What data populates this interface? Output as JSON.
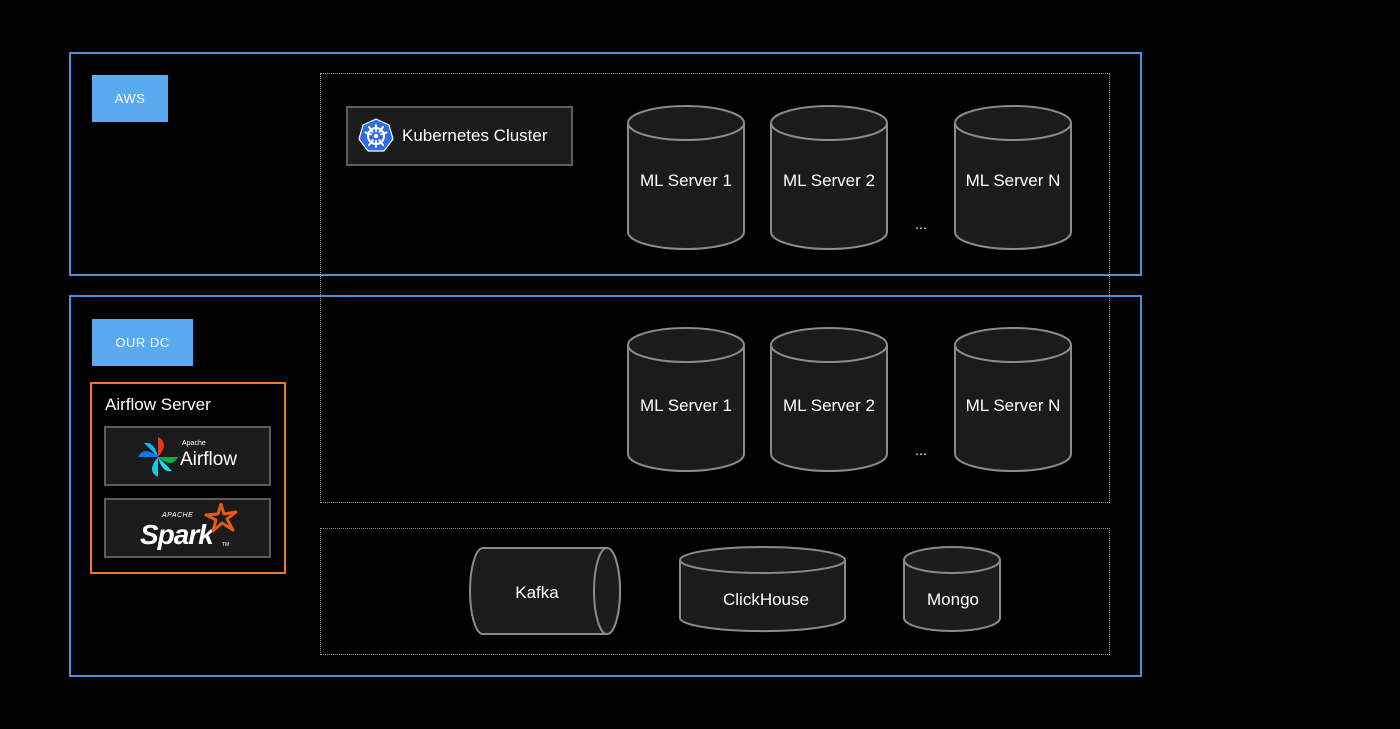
{
  "regions": {
    "aws_label": "AWS",
    "dc_label": "OUR DC"
  },
  "kubernetes": {
    "label": "Kubernetes Cluster",
    "icon": "kubernetes-icon"
  },
  "aws_servers": [
    "ML Server 1",
    "ML Server 2",
    "ML Server N"
  ],
  "dc_servers": [
    "ML Server 1",
    "ML Server 2",
    "ML Server N"
  ],
  "ellipsis": "...",
  "airflow_server": {
    "title": "Airflow Server",
    "airflow_logo": {
      "small": "Apache",
      "main": "Airflow"
    },
    "spark_logo": {
      "small": "APACHE",
      "main": "Spark",
      "tm": "TM"
    }
  },
  "storage": [
    "Kafka",
    "ClickHouse",
    "Mongo"
  ],
  "colors": {
    "background": "#000000",
    "region_border": "#4a90d9",
    "region_label": "#5aaaf0",
    "airflow_border": "#f07820",
    "cylinder_fill": "#1b1b1b",
    "cylinder_stroke": "#8a8a8a",
    "kubernetes_blue": "#326ce5"
  }
}
